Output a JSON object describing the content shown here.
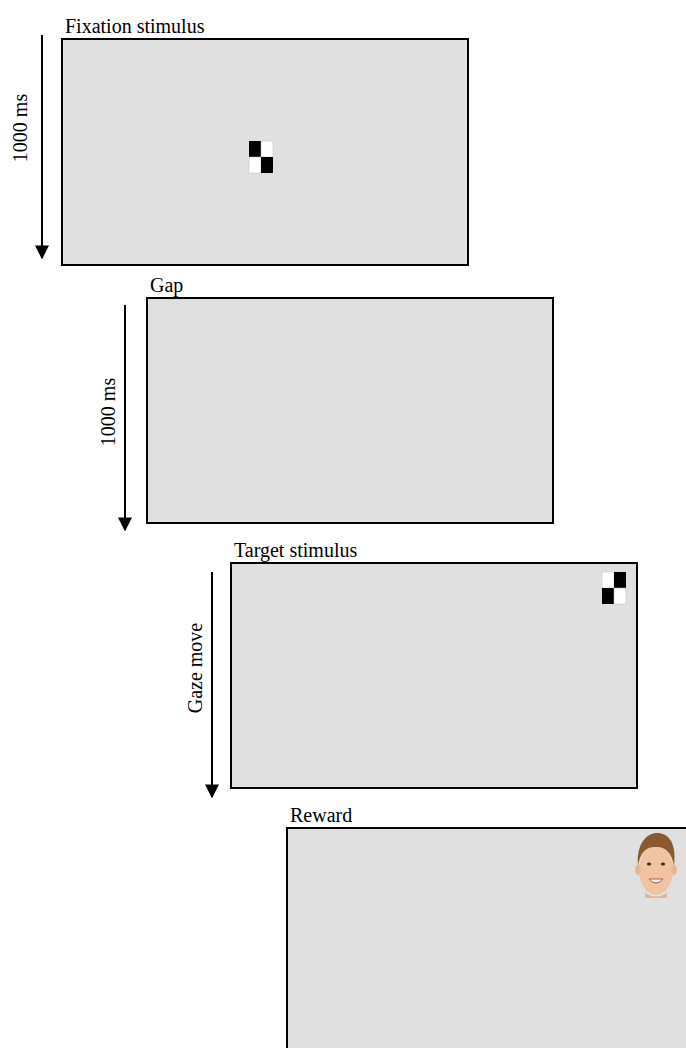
{
  "diagram": {
    "nodes": [
      {
        "text": [
          "Fixation stimulus"
        ]
      },
      {
        "text": [
          "Gap"
        ]
      },
      {
        "text": [
          "Target stimulus"
        ]
      },
      {
        "text": [
          "Reward"
        ]
      }
    ],
    "labels": [
      "1000 ms",
      "1000 ms",
      "Gaze move"
    ]
  }
}
